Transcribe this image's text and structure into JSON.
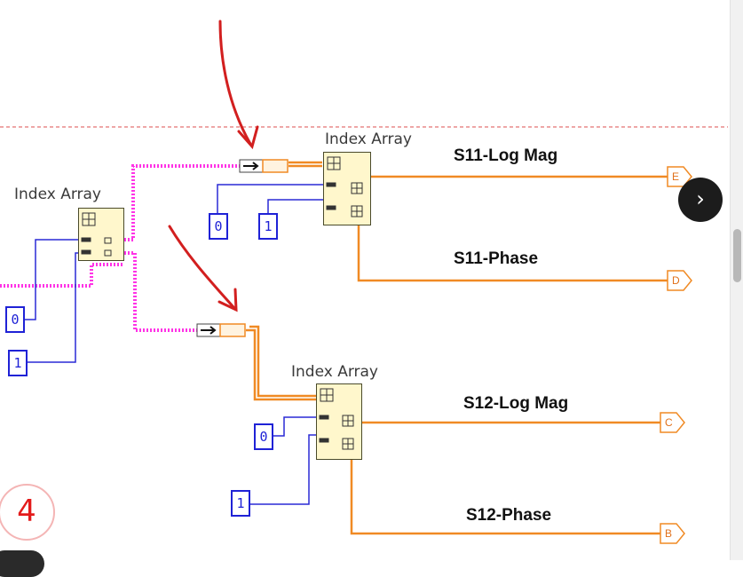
{
  "diagram": {
    "index_array_label": "Index Array",
    "signals": {
      "s11_log_mag": "S11-Log Mag",
      "s11_phase": "S11-Phase",
      "s12_log_mag": "S12-Log Mag",
      "s12_phase": "S12-Phase"
    },
    "indicators": {
      "e": "E",
      "d": "D",
      "c": "C",
      "b": "B"
    },
    "constants": {
      "zero": "0",
      "one": "1"
    },
    "step_number": "4"
  },
  "ui": {
    "next_icon": "chevron-right-icon",
    "next_glyph": "›"
  },
  "colors": {
    "pink_wire": "#ff33e6",
    "orange_wire": "#f08a24",
    "blue_wire": "#2a2ad6",
    "annotation_red": "#d21f1f",
    "dashed_line": "#e88a8a"
  }
}
